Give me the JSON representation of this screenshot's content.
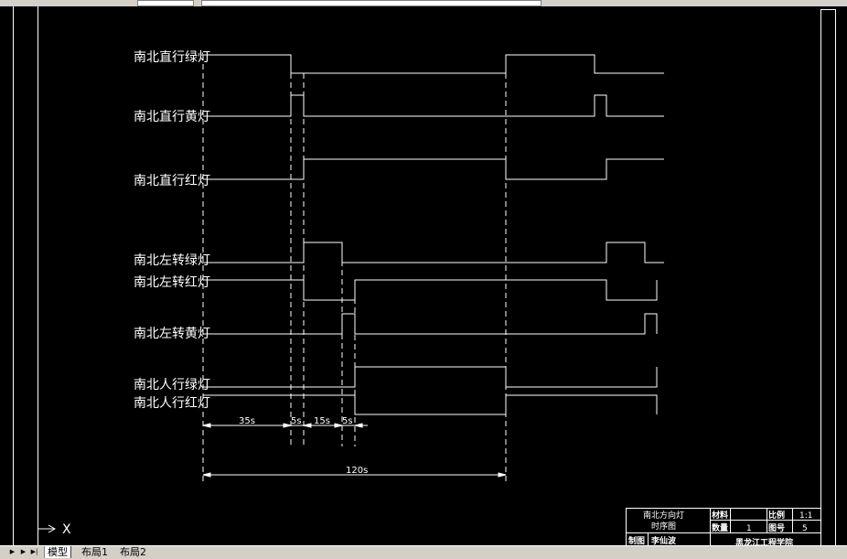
{
  "signals": [
    {
      "label": "南北直行绿灯"
    },
    {
      "label": "南北直行黄灯"
    },
    {
      "label": "南北直行红灯"
    },
    {
      "label": "南北左转绿灯"
    },
    {
      "label": "南北左转红灯"
    },
    {
      "label": "南北左转黄灯"
    },
    {
      "label": "南北人行绿灯"
    },
    {
      "label": "南北人行红灯"
    }
  ],
  "dimensions": {
    "d1": "35s",
    "d2": "5s",
    "d3": "15s",
    "d4": "5s",
    "total": "120s"
  },
  "title_block": {
    "title_line1": "南北方向灯",
    "title_line2": "时序图",
    "material_label": "材料",
    "scale_label": "比例",
    "scale_value": "1:1",
    "quantity_label": "数量",
    "quantity_value": "1",
    "drawing_no_label": "图号",
    "drawing_no_value": "5",
    "drawn_label": "制图",
    "drawn_value": "李仙波",
    "school": "黑龙江工程学院"
  },
  "ucs": {
    "x_label": "X"
  },
  "tabs": [
    {
      "label": "模型",
      "active": true
    },
    {
      "label": "布局1",
      "active": false
    },
    {
      "label": "布局2",
      "active": false
    }
  ],
  "colors": {
    "background": "#000000",
    "lines": "#ffffff",
    "ui": "#d4d0c8"
  }
}
